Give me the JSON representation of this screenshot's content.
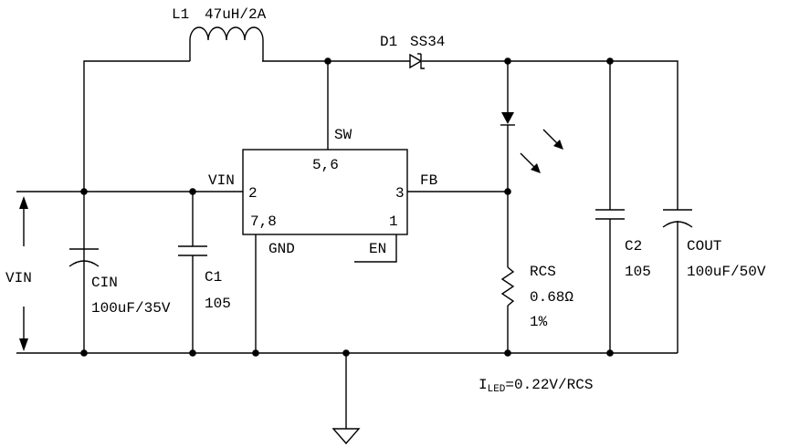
{
  "inductor": {
    "ref": "L1",
    "value": "47uH/2A"
  },
  "diode": {
    "ref": "D1",
    "part": "SS34"
  },
  "ic": {
    "pin_sw_label": "SW",
    "pin_sw_num": "5,6",
    "pin_vin_label": "VIN",
    "pin_vin_num": "2",
    "pin_fb_label": "FB",
    "pin_fb_num": "3",
    "pin_gnd_num": "7,8",
    "pin_gnd_label": "GND",
    "pin_en_num": "1",
    "pin_en_label": "EN"
  },
  "vin_label": "VIN",
  "cin": {
    "ref": "CIN",
    "value": "100uF/35V"
  },
  "c1": {
    "ref": "C1",
    "value": "105"
  },
  "rcs": {
    "ref": "RCS",
    "value": "0.68Ω",
    "tolerance": "1%"
  },
  "c2": {
    "ref": "C2",
    "value": "105"
  },
  "cout": {
    "ref": "COUT",
    "value": "100uF/50V"
  },
  "formula": {
    "i": "I",
    "sub": "LED",
    "rest": "=0.22V/RCS"
  }
}
